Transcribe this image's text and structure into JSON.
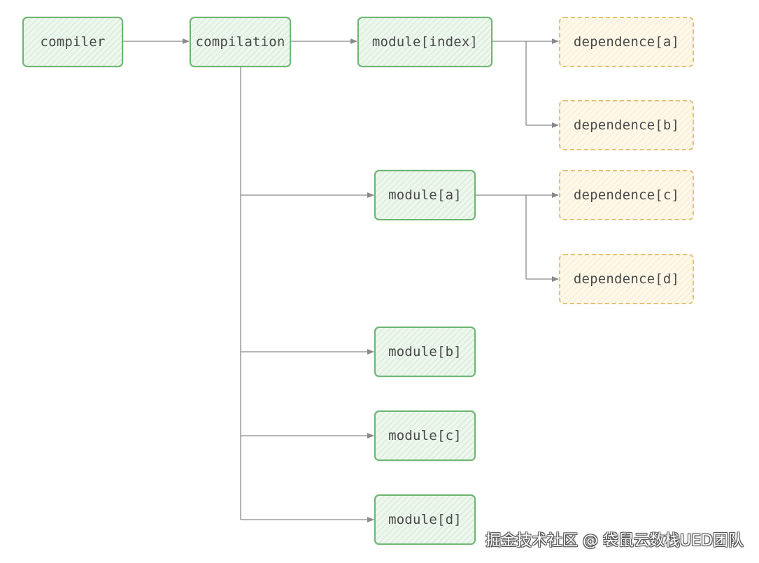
{
  "nodes": {
    "compiler": "compiler",
    "compilation": "compilation",
    "module_index": "module[index]",
    "module_a": "module[a]",
    "module_b": "module[b]",
    "module_c": "module[c]",
    "module_d": "module[d]",
    "dependence_a": "dependence[a]",
    "dependence_b": "dependence[b]",
    "dependence_c": "dependence[c]",
    "dependence_d": "dependence[d]"
  },
  "watermark": "掘金技术社区 @ 袋鼠云数栈UED团队",
  "colors": {
    "module_border": "#6fb774",
    "module_fill": "#eef7ee",
    "dependence_border": "#e3c277",
    "dependence_fill": "#fdf8ea",
    "connector": "#8a8a8a",
    "text": "#4a4a4a"
  },
  "edges": [
    {
      "from": "compiler",
      "to": "compilation"
    },
    {
      "from": "compilation",
      "to": "module_index"
    },
    {
      "from": "compilation",
      "to": "module_a"
    },
    {
      "from": "compilation",
      "to": "module_b"
    },
    {
      "from": "compilation",
      "to": "module_c"
    },
    {
      "from": "compilation",
      "to": "module_d"
    },
    {
      "from": "module_index",
      "to": "dependence_a"
    },
    {
      "from": "module_index",
      "to": "dependence_b"
    },
    {
      "from": "module_a",
      "to": "dependence_c"
    },
    {
      "from": "module_a",
      "to": "dependence_d"
    }
  ]
}
